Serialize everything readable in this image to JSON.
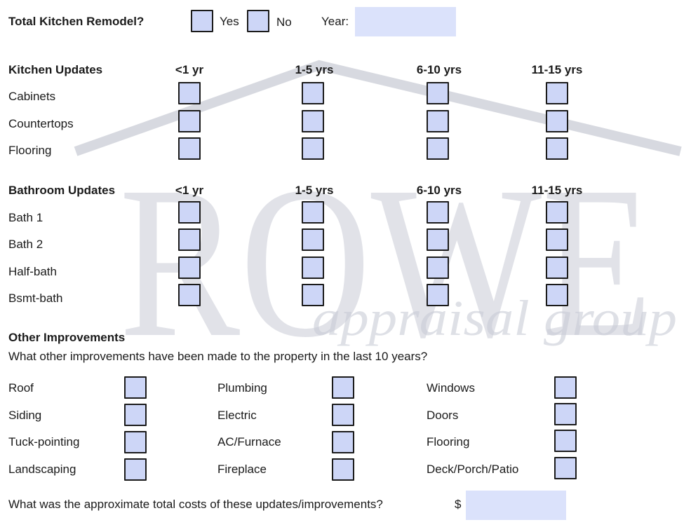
{
  "header": {
    "remodel_label": "Total Kitchen Remodel?",
    "yes_label": "Yes",
    "no_label": "No",
    "year_label": "Year:"
  },
  "watermark": {
    "main": "ROWE",
    "sub": "appraisal group",
    "color": "#c9ccd6"
  },
  "kitchen": {
    "title": "Kitchen Updates",
    "columns": [
      "<1 yr",
      "1-5 yrs",
      "6-10 yrs",
      "11-15 yrs"
    ],
    "rows": [
      "Cabinets",
      "Countertops",
      "Flooring"
    ]
  },
  "bathroom": {
    "title": "Bathroom Updates",
    "columns": [
      "<1 yr",
      "1-5 yrs",
      "6-10 yrs",
      "11-15 yrs"
    ],
    "rows": [
      "Bath 1",
      "Bath 2",
      "Half-bath",
      "Bsmt-bath"
    ]
  },
  "other": {
    "title": "Other Improvements",
    "question": "What other improvements have been made to the property in the last 10 years?",
    "col1": [
      "Roof",
      "Siding",
      "Tuck-pointing",
      "Landscaping"
    ],
    "col2": [
      "Plumbing",
      "Electric",
      "AC/Furnace",
      "Fireplace"
    ],
    "col3": [
      "Windows",
      "Doors",
      "Flooring",
      "Deck/Porch/Patio"
    ]
  },
  "cost": {
    "question": "What was the approximate total costs of these updates/improvements?",
    "currency": "$"
  },
  "colors": {
    "checkbox_fill": "#cdd6f7",
    "field_fill": "#dbe2fb"
  }
}
